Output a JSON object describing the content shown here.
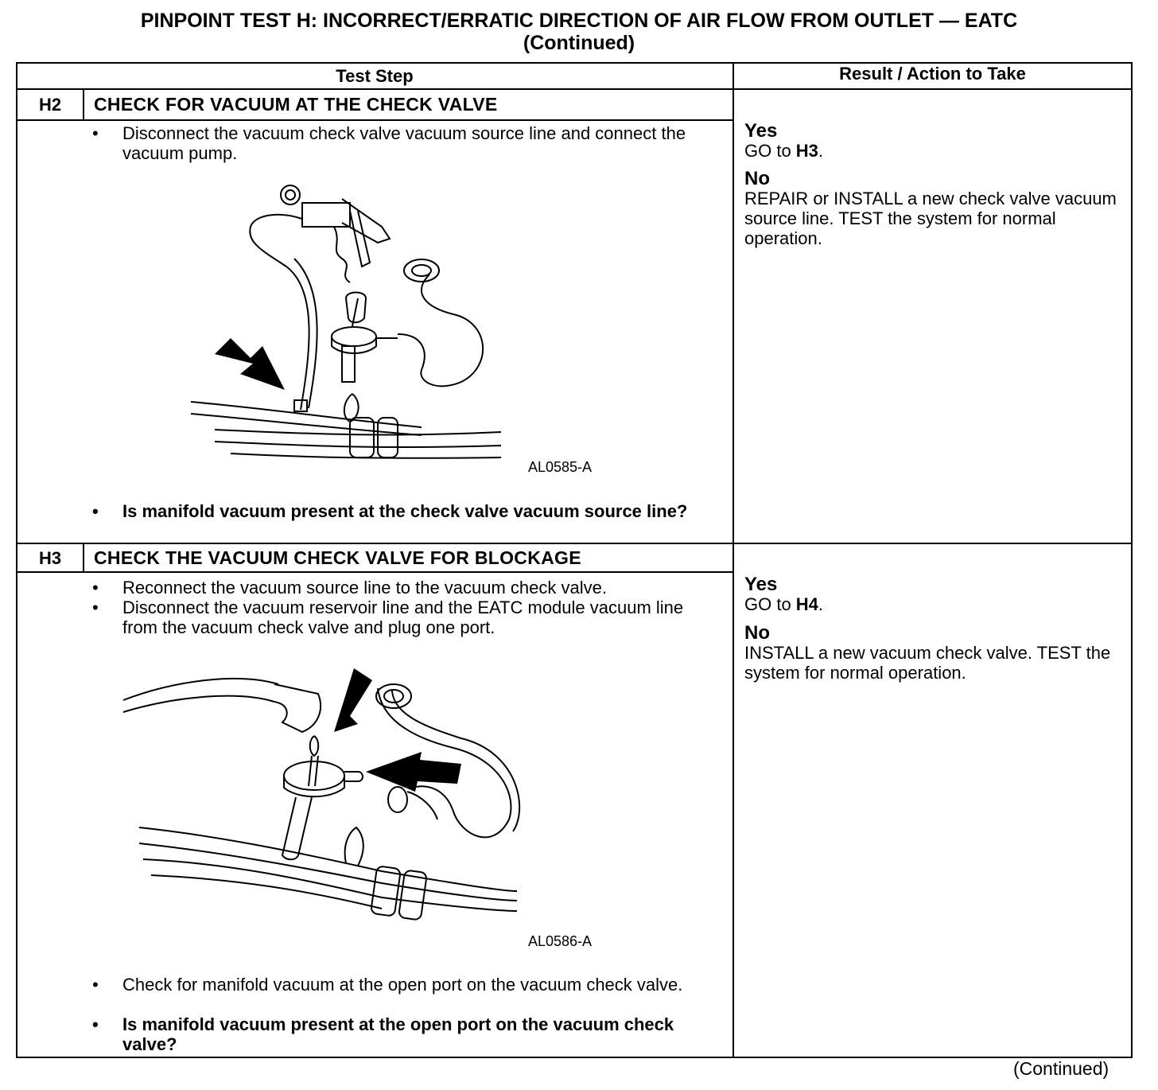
{
  "title": {
    "line1": "PINPOINT TEST  H: INCORRECT/ERRATIC DIRECTION OF AIR FLOW FROM OUTLET — EATC",
    "line2": "(Continued)"
  },
  "table": {
    "header_test_step": "Test Step",
    "header_result": "Result / Action to Take"
  },
  "steps": [
    {
      "id": "H2",
      "title": "CHECK FOR VACUUM AT THE CHECK VALVE",
      "bullets": [
        "Disconnect the vacuum check valve vacuum source line and connect the vacuum pump."
      ],
      "figure_label": "AL0585-A",
      "question": "Is manifold vacuum present at the check valve vacuum source line?",
      "yes_label": "Yes",
      "yes_prefix": "GO to ",
      "yes_target": "H3",
      "yes_suffix": ".",
      "no_label": "No",
      "no_text": "REPAIR or INSTALL a new check valve vacuum source line. TEST the system for normal operation."
    },
    {
      "id": "H3",
      "title": "CHECK THE VACUUM CHECK VALVE FOR BLOCKAGE",
      "bullets": [
        "Reconnect the vacuum source line to the vacuum check valve.",
        "Disconnect the vacuum reservoir line and the EATC module vacuum line from the vacuum check valve and plug one port."
      ],
      "figure_label": "AL0586-A",
      "after_figure": "Check for manifold vacuum at the open port on the vacuum check valve.",
      "question": "Is manifold vacuum present at the open port on the vacuum check valve?",
      "yes_label": "Yes",
      "yes_prefix": "GO to ",
      "yes_target": "H4",
      "yes_suffix": ".",
      "no_label": "No",
      "no_text": "INSTALL a new vacuum check valve. TEST the system for normal operation."
    }
  ],
  "footer": "(Continued)"
}
